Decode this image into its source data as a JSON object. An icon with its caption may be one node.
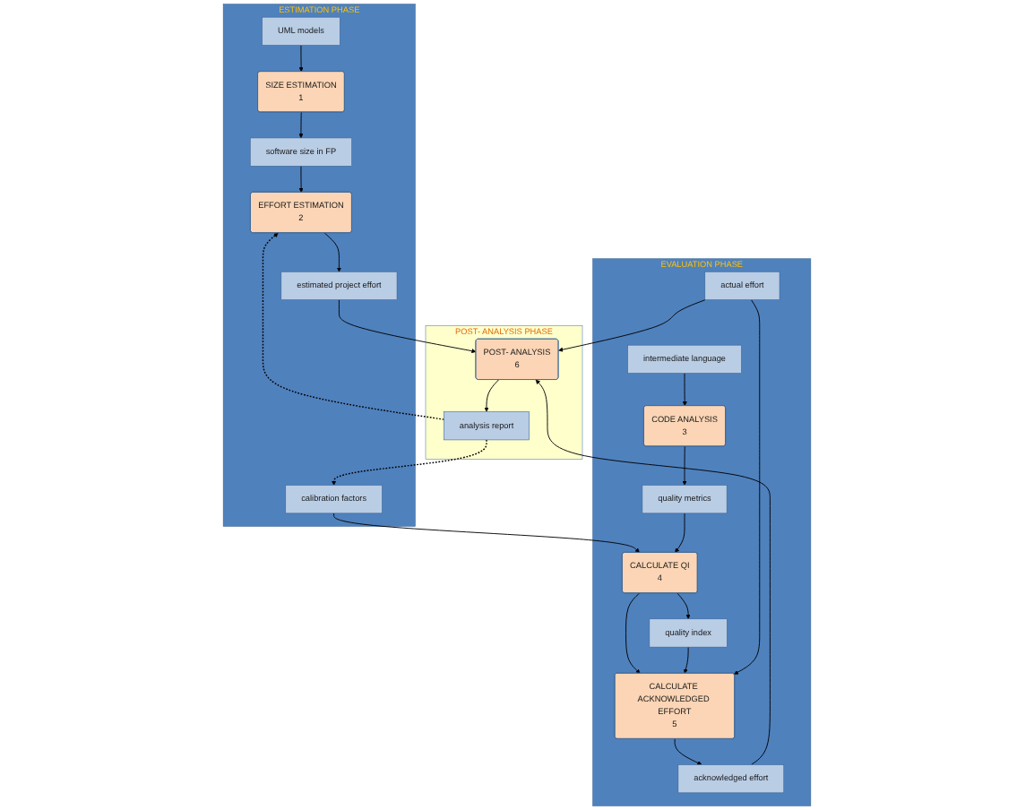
{
  "diagram": {
    "nodes": [
      {
        "text": [
          "ESTIMATION PHASE"
        ]
      },
      {
        "text": [
          "UML models"
        ],
        "in": 0
      },
      {
        "text": [
          "SIZE ESTIMATION",
          "1"
        ],
        "in": 0
      },
      {
        "text": [
          "software size in FP"
        ],
        "in": 0
      },
      {
        "text": [
          "EFFORT ESTIMATION",
          "2"
        ],
        "in": 0
      },
      {
        "text": [
          "calibration factors"
        ],
        "in": 0
      },
      {
        "text": [
          "estimated project effort"
        ],
        "in": 0
      },
      {
        "text": [
          "POST- ANALYSIS PHASE"
        ]
      },
      {
        "text": [
          "analysis report"
        ],
        "in": 7
      },
      {
        "text": [
          "POST- ANALYSIS",
          "6"
        ],
        "in": 7
      },
      {
        "text": [
          "EVALUATION PHASE"
        ]
      },
      {
        "text": [
          "CODE ANALYSIS",
          "3"
        ],
        "in": 10
      },
      {
        "text": [
          "quality metrics"
        ],
        "in": 10
      },
      {
        "text": [
          "CALCULATE QI",
          "4"
        ],
        "in": 10
      },
      {
        "text": [
          "intermediate language"
        ],
        "in": 10
      },
      {
        "text": [
          "quality index"
        ],
        "in": 10
      },
      {
        "text": [
          "CALCULATE ACKNOWLEDGED EFFORT",
          "5"
        ],
        "in": 10
      },
      {
        "text": [
          "actual effort"
        ],
        "in": 10
      },
      {
        "text": [
          "acknowledged effort"
        ],
        "in": 10
      }
    ],
    "edges": [
      {
        "from": 1,
        "to": 2,
        "arrow": "to"
      },
      {
        "from": 2,
        "to": 3,
        "arrow": "to"
      },
      {
        "from": 3,
        "to": 4,
        "arrow": "to"
      },
      {
        "from": 8,
        "to": 4,
        "arrow": "to",
        "style": "dashed"
      },
      {
        "from": 8,
        "to": 5,
        "arrow": "to",
        "style": "dashed"
      },
      {
        "from": 4,
        "to": 6,
        "arrow": "to"
      },
      {
        "from": 6,
        "to": 9,
        "arrow": "to"
      },
      {
        "from": 9,
        "to": 8,
        "arrow": "to"
      },
      {
        "from": 5,
        "to": 13,
        "arrow": "to"
      },
      {
        "from": 14,
        "to": 11,
        "arrow": "to"
      },
      {
        "from": 11,
        "to": 12,
        "arrow": "to"
      },
      {
        "from": 12,
        "to": 13,
        "arrow": "to"
      },
      {
        "from": 13,
        "to": 15,
        "arrow": "to"
      },
      {
        "from": 13,
        "to": 16,
        "arrow": "to"
      },
      {
        "from": 15,
        "to": 16,
        "arrow": "to"
      },
      {
        "from": 17,
        "to": 16,
        "arrow": "to"
      },
      {
        "from": 16,
        "to": 18,
        "arrow": "to"
      },
      {
        "from": 18,
        "to": 9,
        "arrow": "to"
      },
      {
        "from": 17,
        "to": 9,
        "arrow": "to"
      }
    ]
  }
}
